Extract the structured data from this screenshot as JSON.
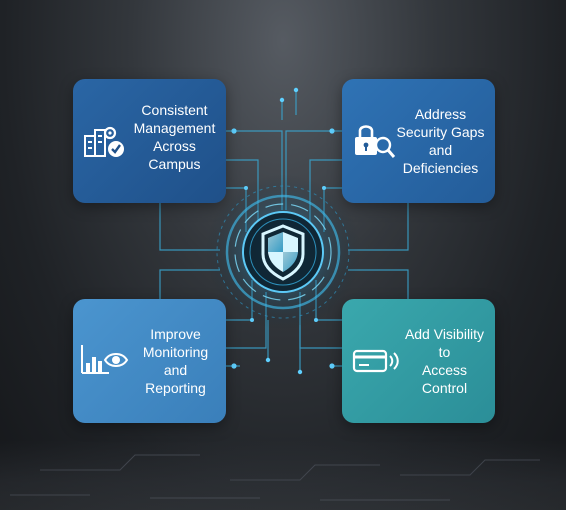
{
  "cards": [
    {
      "id": "tl",
      "lines": [
        "Consistent",
        "Management",
        "Across",
        "Campus"
      ],
      "icon": "building-gear-check-icon"
    },
    {
      "id": "tr",
      "lines": [
        "Address",
        "Security Gaps",
        "and",
        "Deficiencies"
      ],
      "icon": "lock-magnifier-icon"
    },
    {
      "id": "bl",
      "lines": [
        "Improve",
        "Monitoring",
        "and",
        "Reporting"
      ],
      "icon": "chart-eye-icon"
    },
    {
      "id": "br",
      "lines": [
        "Add Visibility",
        "to",
        "Access",
        "Control"
      ],
      "icon": "card-contactless-icon"
    }
  ],
  "center": {
    "icon": "shield-icon"
  },
  "colors": {
    "accent": "#3fb8e8",
    "glow": "#7fe0ff"
  }
}
